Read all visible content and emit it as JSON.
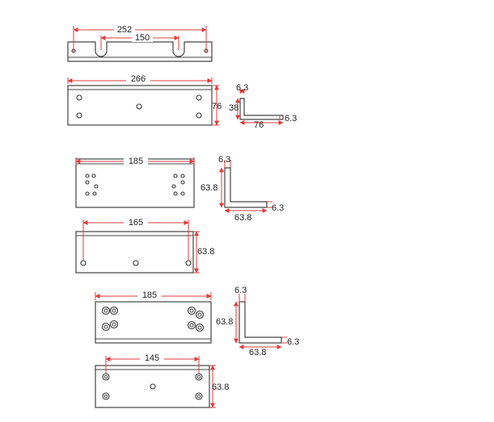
{
  "drawing": {
    "bracket_a": {
      "slot_span": "252",
      "slot_spacing": "150"
    },
    "bracket_b": {
      "length": "266",
      "height": "76"
    },
    "profile_b": {
      "thickness_top": "6.3",
      "leg_v": "38",
      "leg_h": "76",
      "thickness_side": "6.3"
    },
    "bracket_c": {
      "length": "185"
    },
    "profile_c": {
      "thickness_top": "6.3",
      "leg_v": "63.8",
      "leg_h": "63.8",
      "thickness_side": "6.3"
    },
    "bracket_d": {
      "length": "165",
      "height": "63.8"
    },
    "bracket_e": {
      "length": "185"
    },
    "profile_e": {
      "thickness_top": "6.3",
      "leg_v": "63.8",
      "leg_h": "63.8",
      "thickness_side": "6.3"
    },
    "bracket_f": {
      "length": "145",
      "height": "63.8"
    }
  },
  "colors": {
    "dimension": "#e23b3b",
    "outline": "#444444"
  }
}
